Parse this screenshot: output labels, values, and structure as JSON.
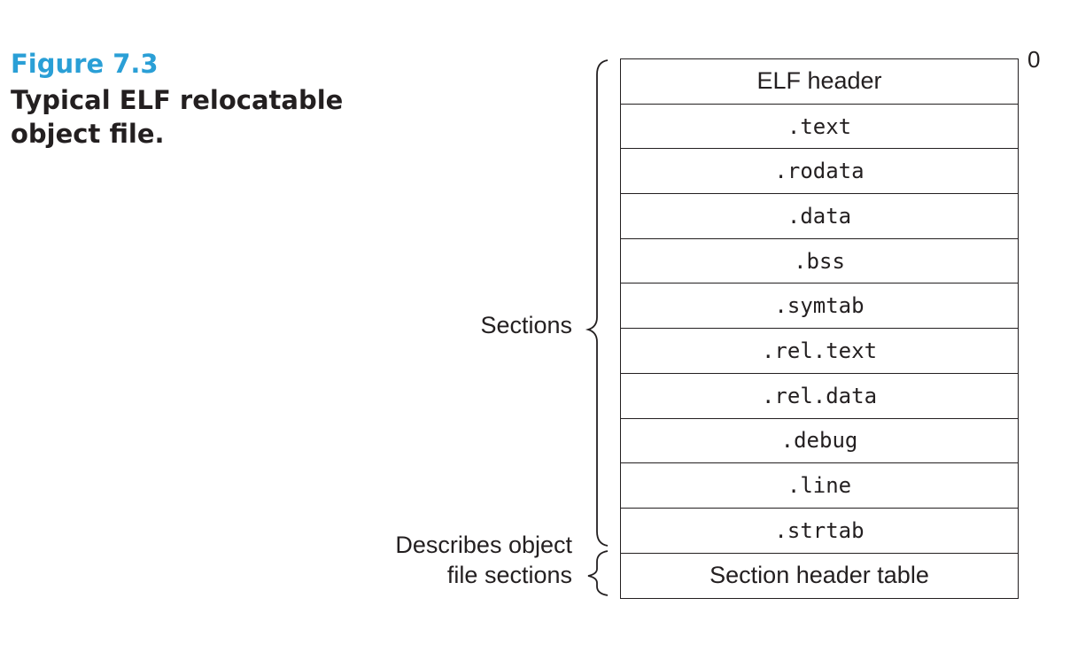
{
  "caption": {
    "figure_number": "Figure 7.3",
    "title": "Typical ELF relocatable object file."
  },
  "offset_label": "0",
  "sections": [
    {
      "label": "ELF header",
      "style": "sans"
    },
    {
      "label": ".text",
      "style": "mono"
    },
    {
      "label": ".rodata",
      "style": "mono"
    },
    {
      "label": ".data",
      "style": "mono"
    },
    {
      "label": ".bss",
      "style": "mono"
    },
    {
      "label": ".symtab",
      "style": "mono"
    },
    {
      "label": ".rel.text",
      "style": "mono"
    },
    {
      "label": ".rel.data",
      "style": "mono"
    },
    {
      "label": ".debug",
      "style": "mono"
    },
    {
      "label": ".line",
      "style": "mono"
    },
    {
      "label": ".strtab",
      "style": "mono"
    },
    {
      "label": "Section header table",
      "style": "sans"
    }
  ],
  "braces": {
    "sections_label": "Sections",
    "describes_label": "Describes object file sections"
  },
  "colors": {
    "figure_number": "#2a9fd6",
    "text": "#231f20",
    "lines": "#231f20"
  }
}
